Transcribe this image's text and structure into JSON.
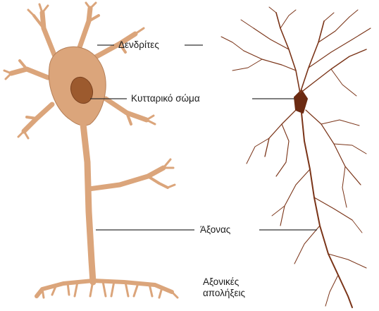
{
  "labels": {
    "dendrites": "Δενδρίτες",
    "cell_body": "Κυτταρικό σώμα",
    "axon": "Άξονας",
    "axon_terminals_line1": "Αξονικές",
    "axon_terminals_line2": "απολήξεις"
  },
  "colors": {
    "cell_fill": "#dba57b",
    "cell_stroke": "#b57f57",
    "nucleus": "#9c5a2e",
    "stained_neuron": "#7a3418",
    "leader_line": "#333333"
  }
}
